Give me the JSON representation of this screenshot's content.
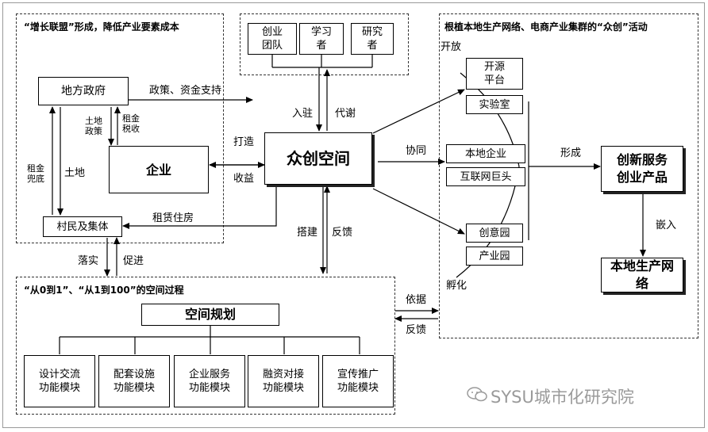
{
  "regions": {
    "top_left_title": "“增长联盟”形成，降低产业要素成本",
    "top_right_title": "根植本地生产网络、电商产业集群的“众创”活动",
    "bottom_title": "“从0到1”、“从1到100”的空间过程"
  },
  "actors": {
    "team": "创业\n团队",
    "learner": "学习\n者",
    "researcher": "研究\n者"
  },
  "nodes": {
    "government": "地方政府",
    "enterprise": "企业",
    "villagers": "村民及集体",
    "space": "众创空间",
    "open_platform": "开源\n平台",
    "lab": "实验室",
    "local_enterprise": "本地企业",
    "internet_giant": "互联网巨头",
    "creative_park": "创意园",
    "industrial_park": "产业园",
    "innovation_service": "创新服务\n创业产品",
    "local_network": "本地生产网\n络",
    "space_planning": "空间规划"
  },
  "modules": [
    "设计交流\n功能模块",
    "配套设施\n功能模块",
    "企业服务\n功能模块",
    "融资对接\n功能模块",
    "宣传推广\n功能模块"
  ],
  "labels": {
    "policy_funds": "政策、资金支持",
    "land_policy": "土地\n政策",
    "rent_tax": "租金\n税收",
    "rent_guarantee": "租金\n兜底",
    "land": "土地",
    "build": "打造",
    "income": "收益",
    "rental_housing": "租赁住房",
    "enter": "入驻",
    "metabolism": "代谢",
    "cooperate": "协同",
    "form": "形成",
    "embed": "嵌入",
    "open": "开放",
    "incubate": "孵化",
    "construct": "搭建",
    "feedback": "反馈",
    "implement": "落实",
    "promote": "促进",
    "basis": "依据",
    "feedback2": "反馈"
  },
  "watermark": "SYSU城市化研究院"
}
